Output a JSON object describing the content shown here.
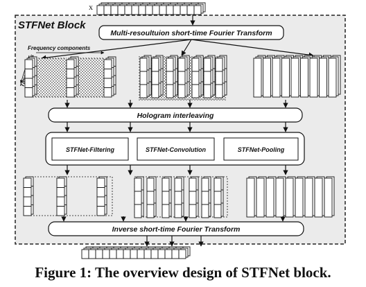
{
  "diagram": {
    "input_label": "x",
    "block_title": "STFNet Block",
    "stft": "Multi-resoultuion short-time Fourier Transform",
    "frequency_components": "Frequency components",
    "time_chunks": "Time chunks",
    "hologram": "Hologram interleaving",
    "ops": [
      "STFNet-Filtering",
      "STFNet-Convolution",
      "STFNet-Pooling"
    ],
    "istft": "Inverse short-time Fourier Transform"
  },
  "caption": "Figure 1: The overview design of STFNet block."
}
